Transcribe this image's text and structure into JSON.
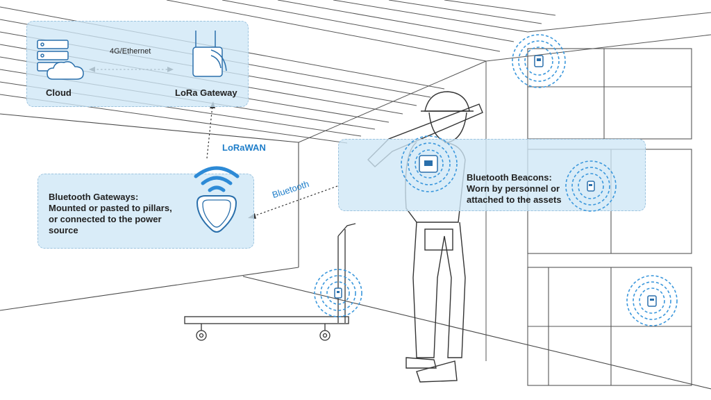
{
  "cloud": {
    "label": "Cloud"
  },
  "gateway": {
    "label": "LoRa Gateway"
  },
  "link_cloud_gateway": {
    "label": "4G/Ethernet"
  },
  "link_lorawan": {
    "label": "LoRaWAN"
  },
  "link_bluetooth": {
    "label": "Bluetooth"
  },
  "bt_gateways": {
    "lines": [
      "Bluetooth Gateways:",
      "Mounted or pasted to pillars,",
      "or connected to the power",
      "source"
    ]
  },
  "bt_beacons": {
    "lines": [
      "Bluetooth Beacons:",
      "Worn by personnel or",
      "attached to the assets"
    ]
  },
  "colors": {
    "accent": "#1f7ec9",
    "panel": "#cfe7f6",
    "signal": "#3a97dc",
    "line_art": "#444444"
  }
}
